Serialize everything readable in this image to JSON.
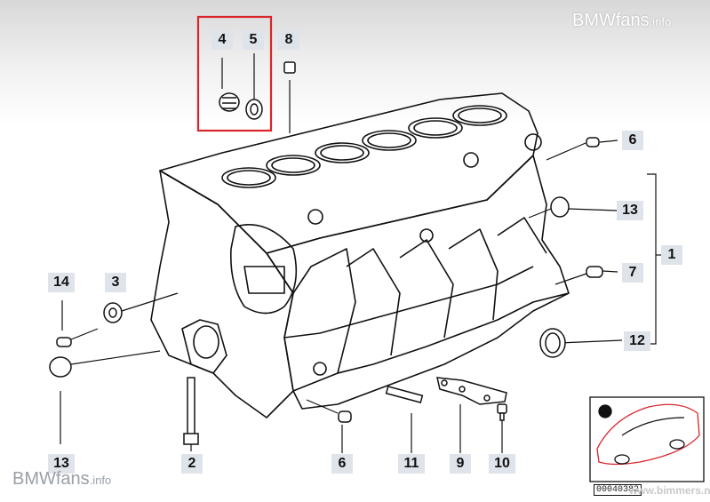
{
  "watermark": {
    "top_right_main": "BMWfans",
    "top_right_ext": ".info",
    "bottom_left_main": "BMWfans",
    "bottom_left_ext": ".info",
    "site": "www.bimmers.no"
  },
  "diagram_ref": "00040382",
  "callouts": {
    "c1": "1",
    "c2": "2",
    "c3": "3",
    "c4": "4",
    "c5": "5",
    "c6a": "6",
    "c6b": "6",
    "c7": "7",
    "c8": "8",
    "c9": "9",
    "c10": "10",
    "c11": "11",
    "c12": "12",
    "c13a": "13",
    "c13b": "13",
    "c14": "14"
  },
  "colors": {
    "highlight": "#d9252a",
    "label_box": "#dfe3ea",
    "line": "#111111"
  }
}
